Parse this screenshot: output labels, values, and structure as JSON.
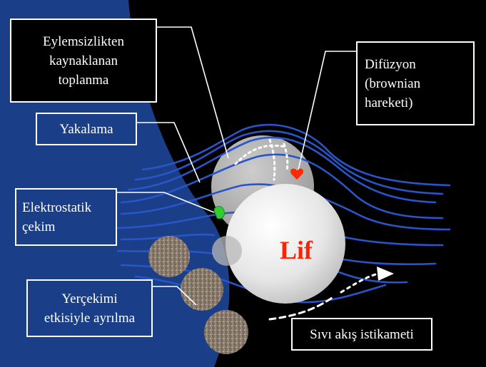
{
  "labels": {
    "inertial": [
      "Eylemsizlikten",
      "kaynaklanan",
      "toplanma"
    ],
    "diffusion": [
      "Difüzyon",
      "(brownian",
      "hareketi)"
    ],
    "capture": [
      "Yakalama"
    ],
    "electrostatic": [
      "Elektrostatik",
      "çekim"
    ],
    "gravity": [
      "Yerçekimi",
      "etkisiyle ayrılma"
    ],
    "flow_direction": [
      "Sıvı akış istikameti"
    ]
  },
  "fiber_label": "Lif",
  "colors": {
    "background": "#000000",
    "left_panel": "#1a3f88",
    "streamline": "#2a55c8",
    "fiber": "#e4e4e4",
    "fiber_text": "#ff2200",
    "diffusion_particle": "#ff2a00",
    "electro_particle": "#33cc33",
    "label_border": "#ffffff"
  }
}
